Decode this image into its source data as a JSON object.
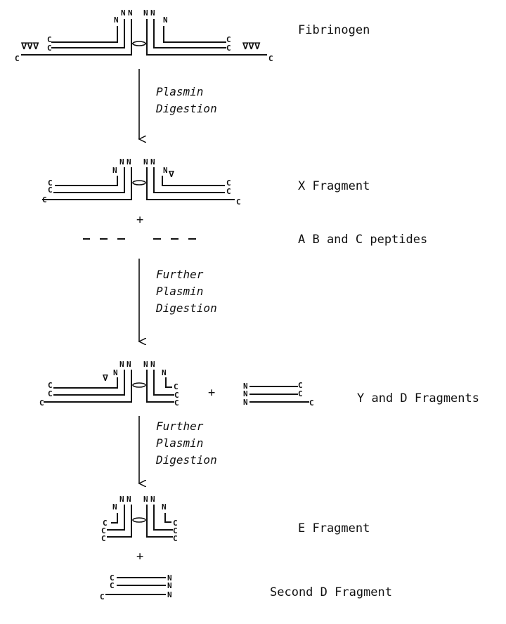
{
  "stages": {
    "fibrinogen": "Fibrinogen",
    "x_fragment": "X Fragment",
    "plus": "+",
    "peptides": "A B and C peptides",
    "yd_fragments": "Y and D Fragments",
    "e_fragment": "E Fragment",
    "second_d": "Second D Fragment"
  },
  "steps": {
    "step1": [
      "Plasmin",
      "Digestion"
    ],
    "step2": [
      "Further",
      "Plasmin",
      "Digestion"
    ],
    "step3": [
      "Further",
      "Plasmin",
      "Digestion"
    ]
  },
  "termini": {
    "n": "N",
    "c": "C"
  },
  "cleavage_site": "∇",
  "cleavage_triplet": "∇∇∇"
}
